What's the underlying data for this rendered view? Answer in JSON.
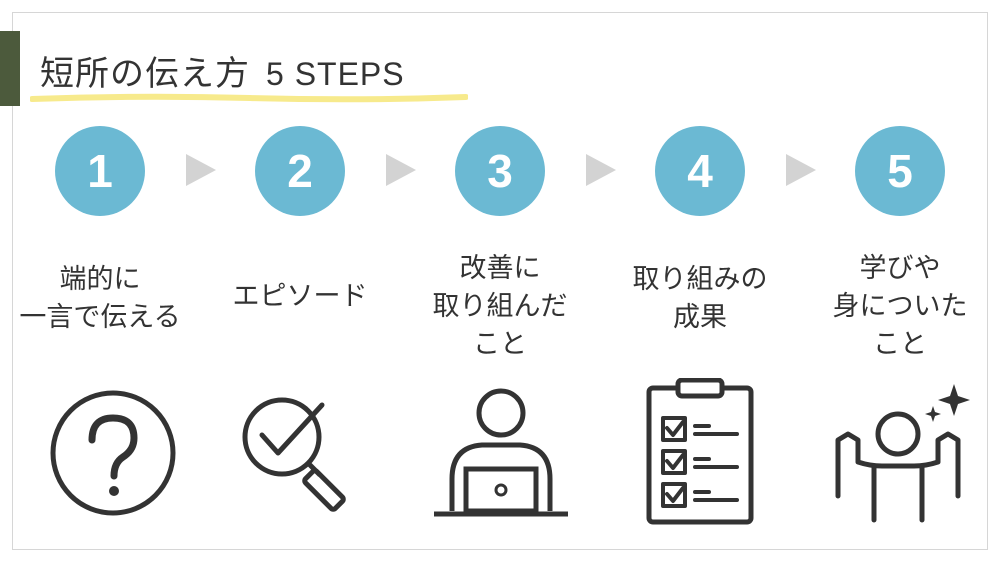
{
  "title": {
    "main": "短所の伝え方",
    "suffix": "5 STEPS"
  },
  "colors": {
    "circle": "#6bb9d3",
    "arrow": "#d3d3d3",
    "accent": "#4c5a3c",
    "highlight": "#f7ea8c",
    "icon": "#333333"
  },
  "steps": [
    {
      "number": "1",
      "lines": [
        "端的に",
        "一言で伝える"
      ],
      "icon": "question-mark-icon"
    },
    {
      "number": "2",
      "lines": [
        "エピソード"
      ],
      "icon": "magnifier-check-icon"
    },
    {
      "number": "3",
      "lines": [
        "改善に",
        "取り組んだ",
        "こと"
      ],
      "icon": "person-laptop-icon"
    },
    {
      "number": "4",
      "lines": [
        "取り組みの",
        "成果"
      ],
      "icon": "clipboard-checklist-icon"
    },
    {
      "number": "5",
      "lines": [
        "学びや",
        "身についた",
        "こと"
      ],
      "icon": "person-sparkle-icon"
    }
  ]
}
